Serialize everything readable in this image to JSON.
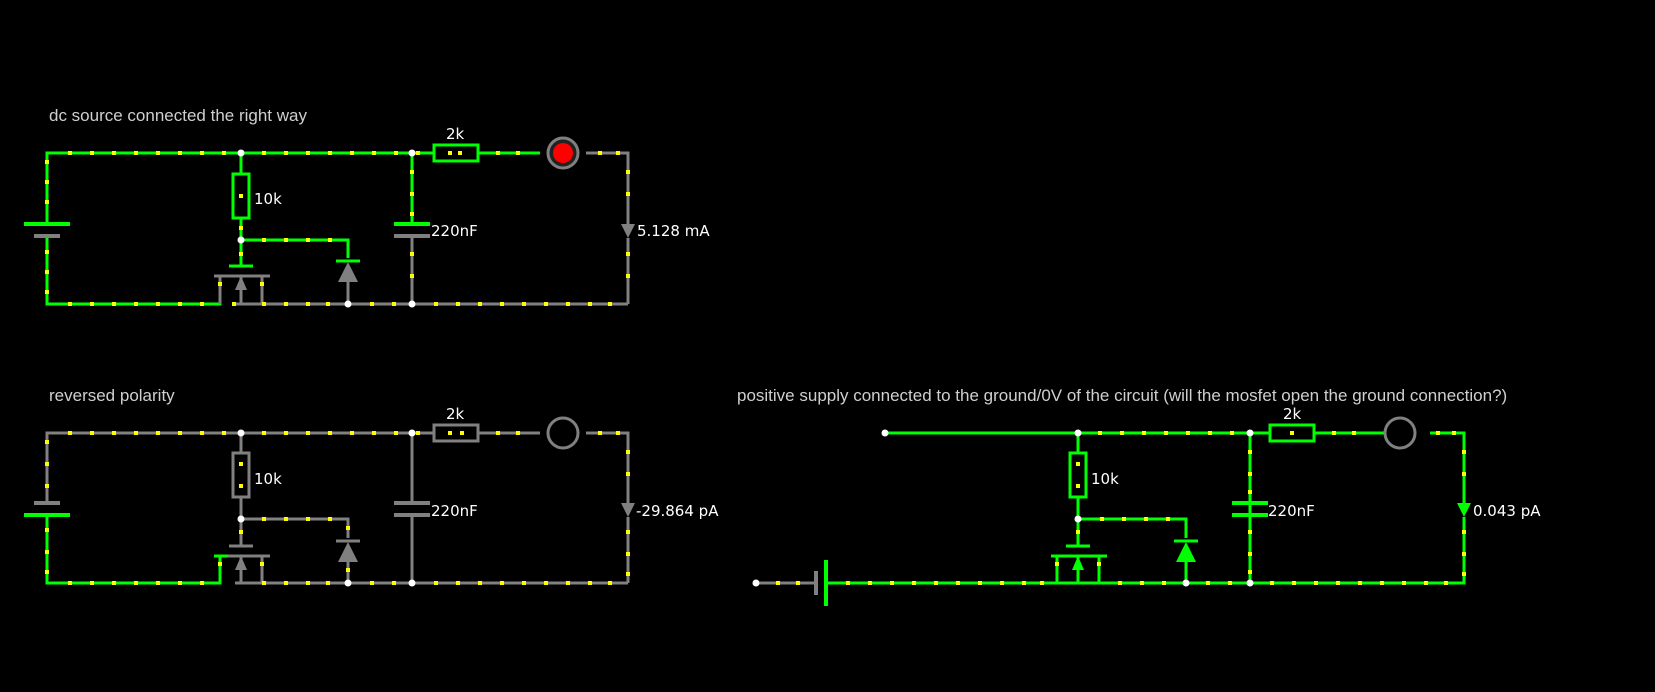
{
  "colors": {
    "background": "#000000",
    "wire_on": "#00ff00",
    "wire_off": "#808080",
    "dot": "#ffff00",
    "node": "#ffffff",
    "lamp_on": "#ff0000",
    "text": "#cfcfcf"
  },
  "circuits": [
    {
      "title": "dc source connected the right way",
      "resistor_top": "2k",
      "resistor_bias": "10k",
      "capacitor": "220nF",
      "current": "5.128 mA"
    },
    {
      "title": "reversed polarity",
      "resistor_top": "2k",
      "resistor_bias": "10k",
      "capacitor": "220nF",
      "current": "-29.864 pA"
    },
    {
      "title": "positive supply connected to the ground/0V of the circuit (will the mosfet open the ground connection?)",
      "resistor_top": "2k",
      "resistor_bias": "10k",
      "capacitor": "220nF",
      "current": "0.043 pA"
    }
  ]
}
